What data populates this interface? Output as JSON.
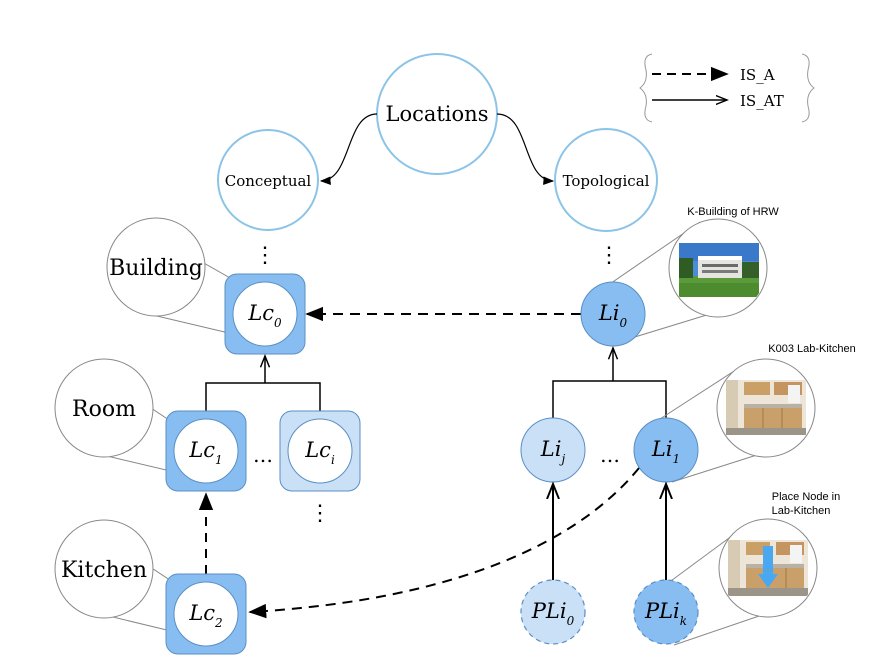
{
  "colors": {
    "circle_stroke": "#8cc4e8",
    "node_fill_dark": "#88bdf2",
    "node_fill_light": "#c9e0f7",
    "node_stroke": "#5a8fc4",
    "magnifier_stroke": "#888888",
    "edge": "#000000"
  },
  "legend": {
    "is_a": "IS_A",
    "is_at": "IS_AT"
  },
  "top": {
    "root": "Locations",
    "conceptual": "Conceptual",
    "topological": "Topological"
  },
  "conceptual": {
    "building_label": "Building",
    "room_label": "Room",
    "kitchen_label": "Kitchen",
    "lc0": {
      "base": "Lc",
      "sub": "0"
    },
    "lc1": {
      "base": "Lc",
      "sub": "1"
    },
    "lci": {
      "base": "Lc",
      "sub": "i"
    },
    "lc2": {
      "base": "Lc",
      "sub": "2"
    }
  },
  "topological": {
    "li0": {
      "base": "Li",
      "sub": "0"
    },
    "lij": {
      "base": "Li",
      "sub": "j"
    },
    "li1": {
      "base": "Li",
      "sub": "1"
    },
    "pli0": {
      "base": "PLi",
      "sub": "0"
    },
    "plik": {
      "base": "PLi",
      "sub": "k"
    },
    "photo1_caption": "K-Building of HRW",
    "photo2_caption": "K003 Lab-Kitchen",
    "photo3_caption_line1": "Place Node in",
    "photo3_caption_line2": "Lab-Kitchen"
  },
  "ellipsis": {
    "vertical": "⋮",
    "horizontal": "…"
  }
}
